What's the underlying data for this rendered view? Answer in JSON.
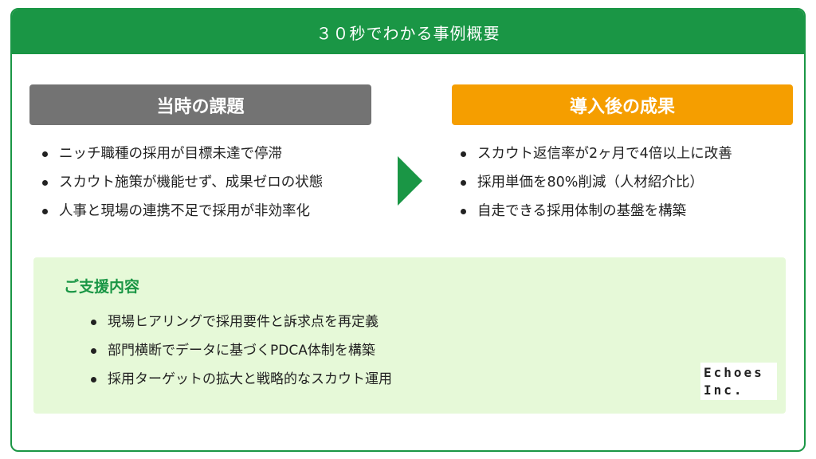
{
  "header": {
    "title": "３０秒でわかる事例概要"
  },
  "before": {
    "title": "当時の課題",
    "items": [
      "ニッチ職種の採用が目標未達で停滞",
      "スカウト施策が機能せず、成果ゼロの状態",
      "人事と現場の連携不足で採用が非効率化"
    ]
  },
  "after": {
    "title": "導入後の成果",
    "items": [
      "スカウト返信率が2ヶ月で4倍以上に改善",
      "採用単価を80%削減（人材紹介比）",
      "自走できる採用体制の基盤を構築"
    ]
  },
  "support": {
    "title": "ご支援内容",
    "items": [
      "現場ヒアリングで採用要件と訴求点を再定義",
      "部門横断でデータに基づくPDCA体制を構築",
      "採用ターゲットの拡大と戦略的なスカウト運用"
    ]
  },
  "logo": {
    "line1": "Echoes",
    "line2": "Inc."
  },
  "colors": {
    "green": "#1a9645",
    "gray": "#737373",
    "orange": "#f59e00",
    "support_bg": "#e6f9d8"
  }
}
